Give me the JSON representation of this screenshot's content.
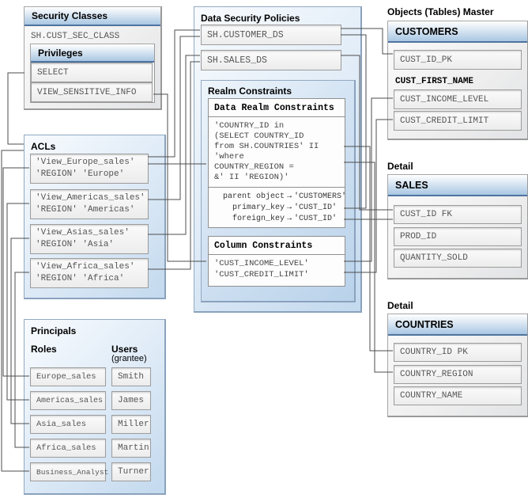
{
  "security_classes": {
    "title": "Security Classes",
    "class_name": "SH.CUST_SEC_CLASS",
    "privileges": {
      "title": "Privileges",
      "items": [
        "SELECT",
        "VIEW_SENSITIVE_INFO"
      ]
    }
  },
  "acls": {
    "title": "ACLs",
    "items": [
      {
        "line1": "'View_Europe_sales'",
        "line2": "'REGION' 'Europe'"
      },
      {
        "line1": "'View_Americas_sales'",
        "line2": "'REGION' 'Americas'"
      },
      {
        "line1": "'View_Asias_sales'",
        "line2": "'REGION' 'Asia'"
      },
      {
        "line1": "'View_Africa_sales'",
        "line2": "'REGION' 'Africa'"
      }
    ]
  },
  "principals": {
    "title": "Principals",
    "roles_header": "Roles",
    "users_header": "Users",
    "users_subheader": "(grantee)",
    "roles": [
      "Europe_sales",
      "Americas_sales",
      "Asia_sales",
      "Africa_sales",
      "Business_Analyst"
    ],
    "users": [
      "Smith",
      "James",
      "Miller",
      "Martin",
      "Turner"
    ]
  },
  "data_security_policies": {
    "title": "Data Security Policies",
    "policies": [
      "SH.CUSTOMER_DS",
      "SH.SALES_DS"
    ],
    "realm_constraints": {
      "title": "Realm Constraints",
      "data_realm": {
        "header": "Data Realm Constraints",
        "constraint_lines": [
          "'COUNTRY_ID in",
          "(SELECT COUNTRY_ID",
          "from SH.COUNTRIES' II",
          "'where",
          "COUNTRY_REGION =",
          "&' II 'REGION)'"
        ],
        "keys": [
          {
            "label": "parent object",
            "value": "'CUSTOMERS'"
          },
          {
            "label": "primary_key",
            "value": "'CUST_ID'"
          },
          {
            "label": "foreign_key",
            "value": "'CUST_ID'"
          }
        ]
      },
      "column_constraints": {
        "header": "Column Constraints",
        "items": [
          "'CUST_INCOME_LEVEL'",
          "'CUST_CREDIT_LIMIT'"
        ]
      }
    }
  },
  "objects": {
    "master_label": "Objects (Tables) Master",
    "detail_label_sales": "Detail",
    "detail_label_countries": "Detail",
    "customers": {
      "title": "CUSTOMERS",
      "row_pk": "CUST_ID_PK",
      "row_plain": "CUST_FIRST_NAME",
      "row_income": "CUST_INCOME_LEVEL",
      "row_credit": "CUST_CREDIT_LIMIT"
    },
    "sales": {
      "title": "SALES",
      "rows": [
        "CUST_ID FK",
        "PROD_ID",
        "QUANTITY_SOLD"
      ]
    },
    "countries": {
      "title": "COUNTRIES",
      "rows": [
        "COUNTRY_ID PK",
        "COUNTRY_REGION",
        "COUNTRY_NAME"
      ]
    }
  },
  "colors": {
    "panel_blue": "#c3d9ee",
    "header_blue": "#a9c7e3",
    "connector": "#4d4d4d"
  }
}
